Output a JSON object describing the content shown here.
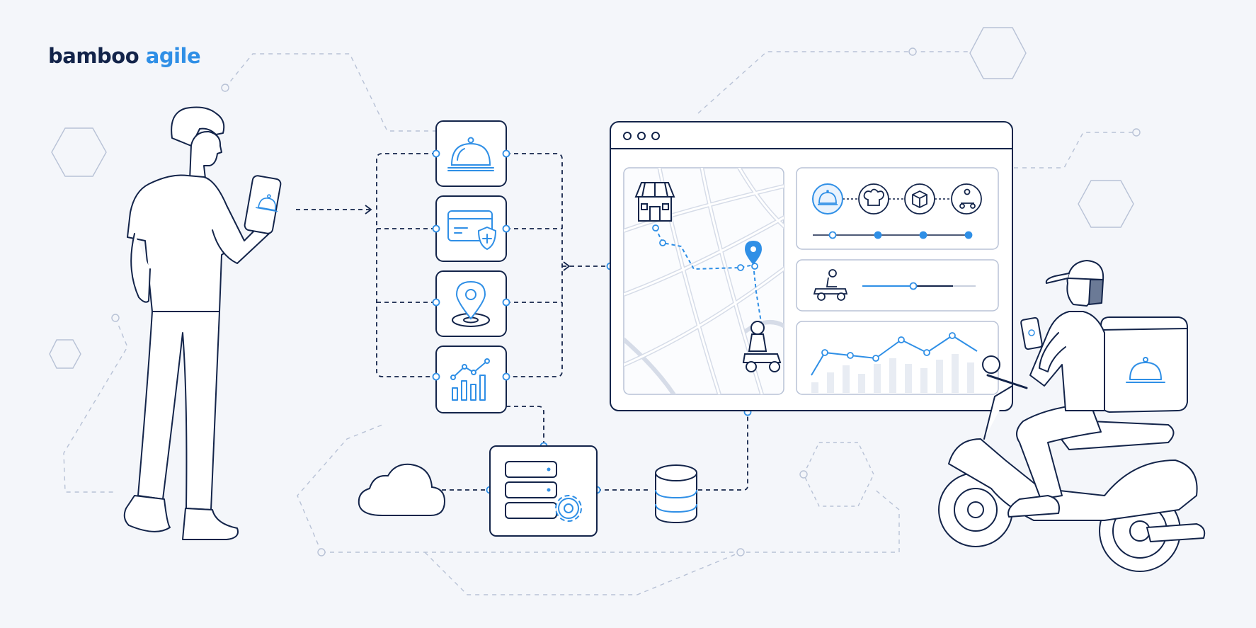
{
  "brand": {
    "name_part1": "bamboo",
    "name_part2": "agile"
  },
  "colors": {
    "navy": "#13244a",
    "accent": "#2f8fe6",
    "background": "#f4f6fa",
    "faint_line": "#b8c2d6",
    "panel_fill": "#ffffff"
  },
  "icons": {
    "modules": [
      "cloche-icon",
      "secure-payment-card-icon",
      "location-pin-icon",
      "analytics-chart-icon"
    ],
    "order_status": [
      "cloche-icon",
      "chef-hat-icon",
      "package-box-icon",
      "scooter-courier-icon"
    ],
    "backend": [
      "cloud-icon",
      "server-gear-icon",
      "database-icon"
    ]
  },
  "order_progress": {
    "steps": 4,
    "active_step": 1
  },
  "courier_progress": {
    "fraction": 0.45
  }
}
